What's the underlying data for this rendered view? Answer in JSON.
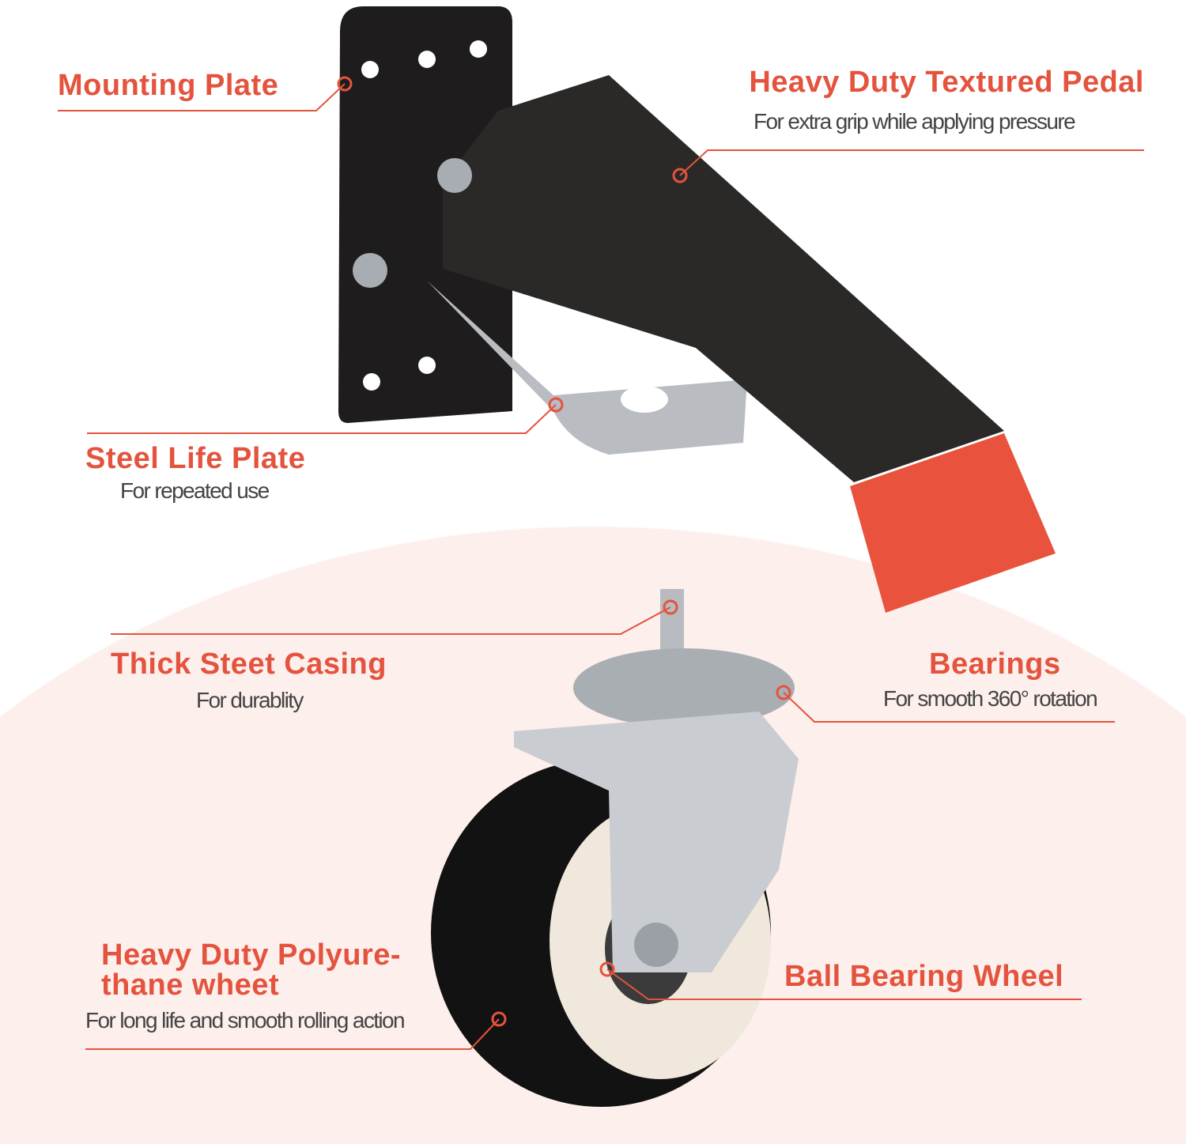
{
  "accent_color": "#e4533e",
  "callouts": {
    "mounting_plate": {
      "title": "Mounting Plate"
    },
    "pedal": {
      "title": "Heavy Duty Textured Pedal",
      "subtitle": "For extra grip while applying pressure"
    },
    "steel_plate": {
      "title": "Steel Life Plate",
      "subtitle": "For repeated use"
    },
    "casing": {
      "title": "Thick Steet Casing",
      "subtitle": "For durablity"
    },
    "bearings": {
      "title": "Bearings",
      "subtitle": "For smooth 360° rotation"
    },
    "wheel": {
      "title_line1": "Heavy Duty Polyure-",
      "title_line2": "thane wheet",
      "subtitle": "For long life and smooth rolling action"
    },
    "ball_bearing": {
      "title": "Ball Bearing Wheel"
    }
  }
}
